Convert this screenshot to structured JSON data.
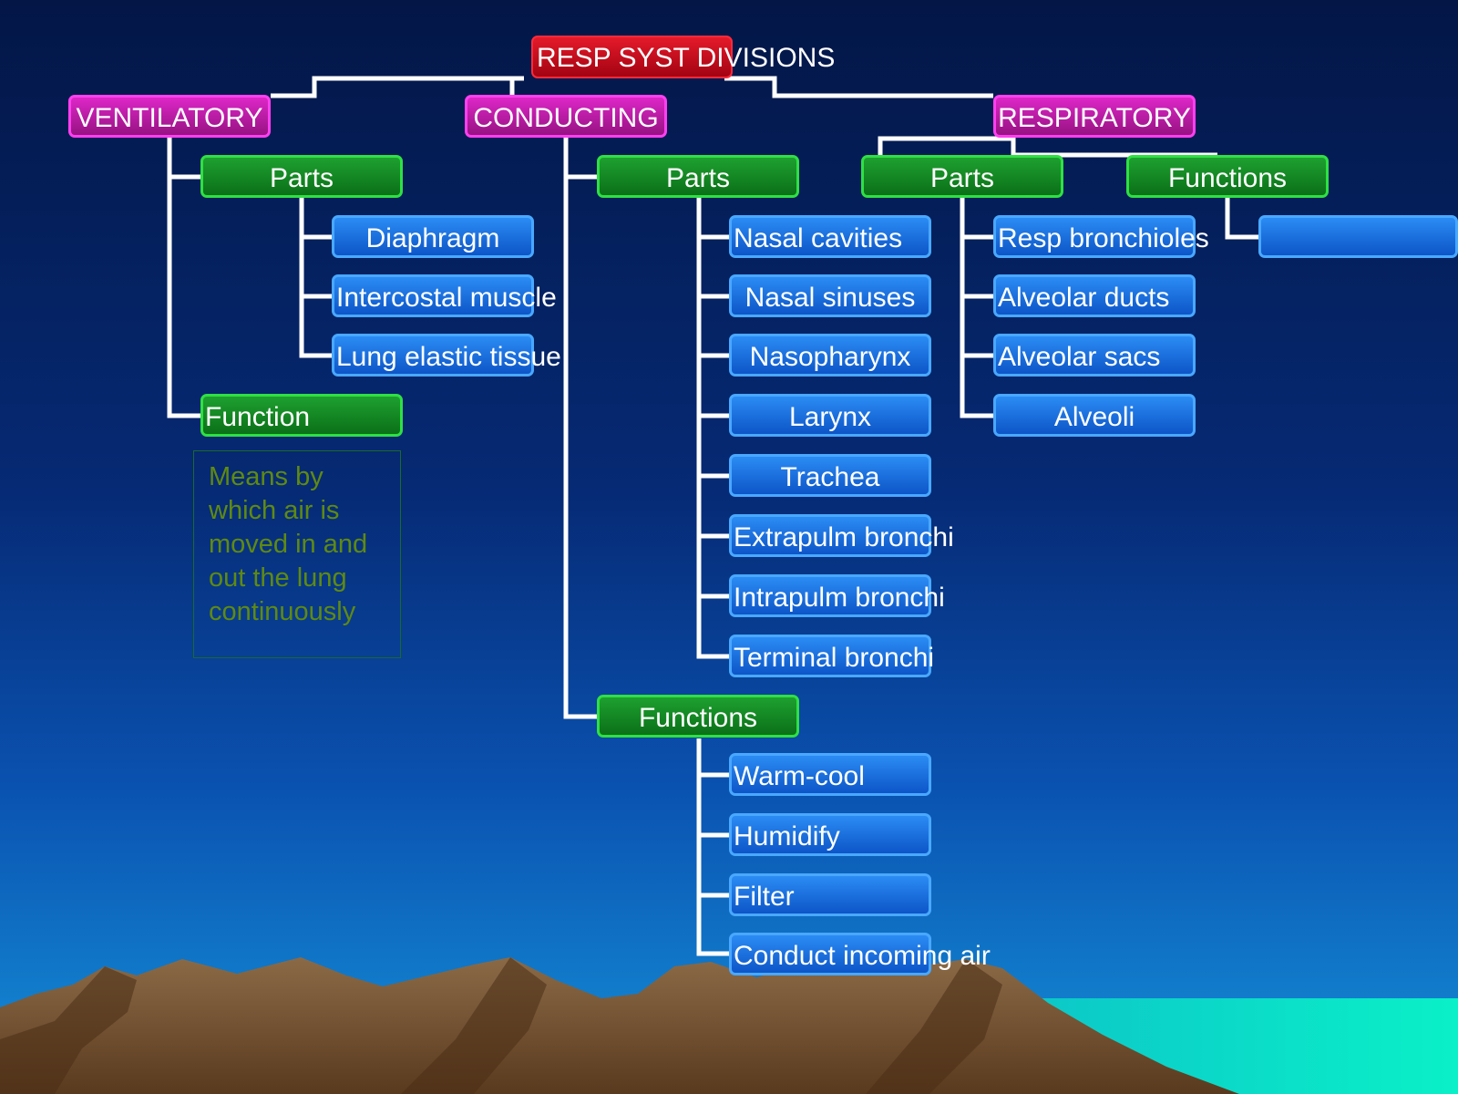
{
  "title": "RESP SYST DIVISIONS",
  "colors": {
    "title_box": "#d1101f",
    "division_box": "#c21fae",
    "category_box": "#178a26",
    "item_box": "#1a6ee0",
    "connector": "#ffffff",
    "note_text": "#5f8a12"
  },
  "ventilatory": {
    "label": "VENTILATORY",
    "parts_label": "Parts",
    "parts": [
      "Diaphragm",
      "Intercostal muscle",
      "Lung elastic tissue"
    ],
    "function_label": "Function",
    "function_text": "Means by which air is moved in and out the lung continuously"
  },
  "conducting": {
    "label": "CONDUCTING",
    "parts_label": "Parts",
    "parts": [
      "Nasal cavities",
      "Nasal sinuses",
      "Nasopharynx",
      "Larynx",
      "Trachea",
      "Extrapulm bronchi",
      "Intrapulm bronchi",
      "Terminal bronchi"
    ],
    "functions_label": "Functions",
    "functions": [
      "Warm-cool",
      "Humidify",
      "Filter",
      "Conduct incoming air"
    ]
  },
  "respiratory": {
    "label": "RESPIRATORY",
    "parts_label": "Parts",
    "parts": [
      "Resp bronchioles",
      "Alveolar ducts",
      "Alveolar sacs",
      "Alveoli"
    ],
    "functions_label": "Functions",
    "functions": [
      ""
    ]
  }
}
